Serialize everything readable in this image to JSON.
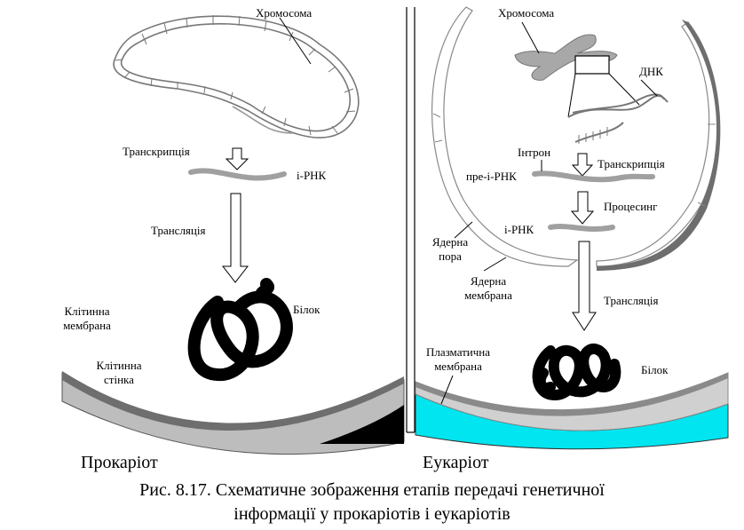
{
  "prokaryote": {
    "title": "Прокаріот",
    "chromosome": "Хромосома",
    "transcription": "Транскрипція",
    "mrna": "і-РНК",
    "translation": "Трансляція",
    "protein": "Білок",
    "cell_membrane_1": "Клітинна",
    "cell_membrane_2": "мембрана",
    "cell_wall_1": "Клітинна",
    "cell_wall_2": "стінка"
  },
  "eukaryote": {
    "title": "Еукаріот",
    "chromosome": "Хромосома",
    "dna": "ДНК",
    "intron": "Інтрон",
    "transcription": "Транскрипція",
    "pre_mrna": "пре-і-РНК",
    "processing": "Процесинг",
    "mrna": "і-РНК",
    "nuclear_pore_1": "Ядерна",
    "nuclear_pore_2": "пора",
    "nuclear_membrane_1": "Ядерна",
    "nuclear_membrane_2": "мембрана",
    "translation": "Трансляція",
    "plasma_membrane_1": "Плазматична",
    "plasma_membrane_2": "мембрана",
    "protein": "Білок"
  },
  "caption": {
    "line1": "Рис.  8.17.  Схематичне зображення етапів передачі генетичної",
    "line2": "інформації у прокаріотів і еукаріотів"
  },
  "colors": {
    "wall": "#bdbdbd",
    "membrane": "#6e6e6e",
    "cytoplasm": "#00e5f0",
    "protein": "#000000"
  }
}
